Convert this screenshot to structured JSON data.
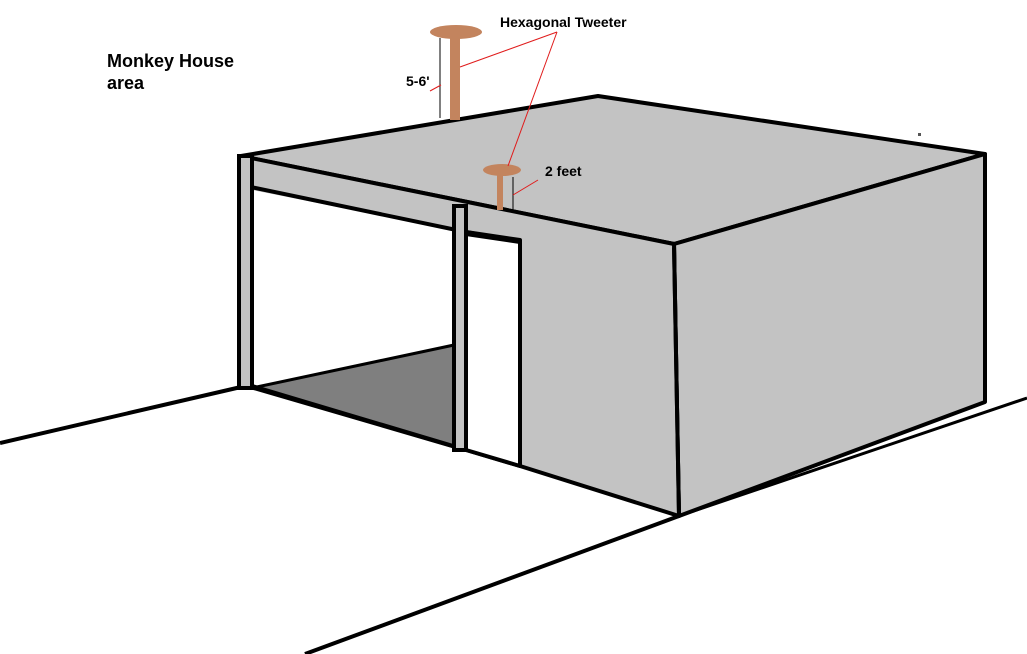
{
  "diagram": {
    "area_label_line1": "Monkey House",
    "area_label_line2": "area",
    "tweeter_label": "Hexagonal Tweeter",
    "tall_mount_height": "5-6'",
    "short_mount_height": "2 feet"
  },
  "colors": {
    "wall_gray": "#c3c3c3",
    "floor_dark": "#7f7f7f",
    "tweeter_brown": "#c3845e",
    "callout_red": "#e01b1b",
    "outline": "#000000"
  }
}
